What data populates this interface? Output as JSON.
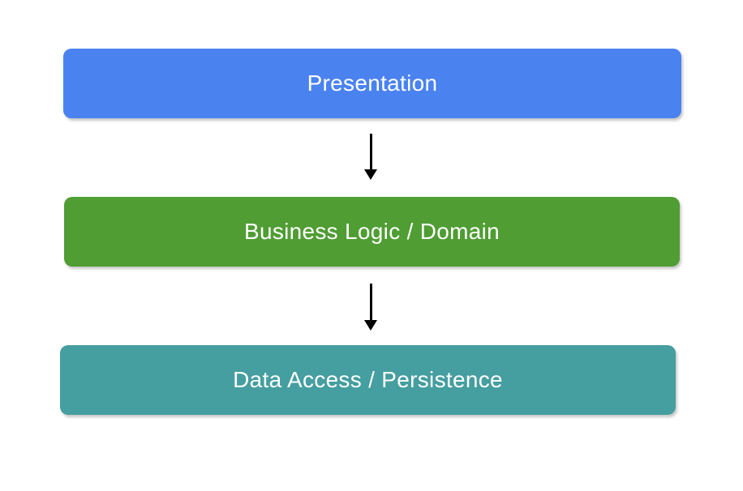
{
  "diagram": {
    "background_color": "#ffffff",
    "text_color": "#ffffff",
    "arrow_color": "#000000",
    "layers": [
      {
        "label": "Presentation",
        "color": "#4a82f0"
      },
      {
        "label": "Business Logic / Domain",
        "color": "#4f9d33"
      },
      {
        "label": "Data Access / Persistence",
        "color": "#459ea0"
      }
    ],
    "arrows": [
      {
        "icon": "down-arrow-icon",
        "from": "Presentation",
        "to": "Business Logic / Domain"
      },
      {
        "icon": "down-arrow-icon",
        "from": "Business Logic / Domain",
        "to": "Data Access / Persistence"
      }
    ]
  }
}
